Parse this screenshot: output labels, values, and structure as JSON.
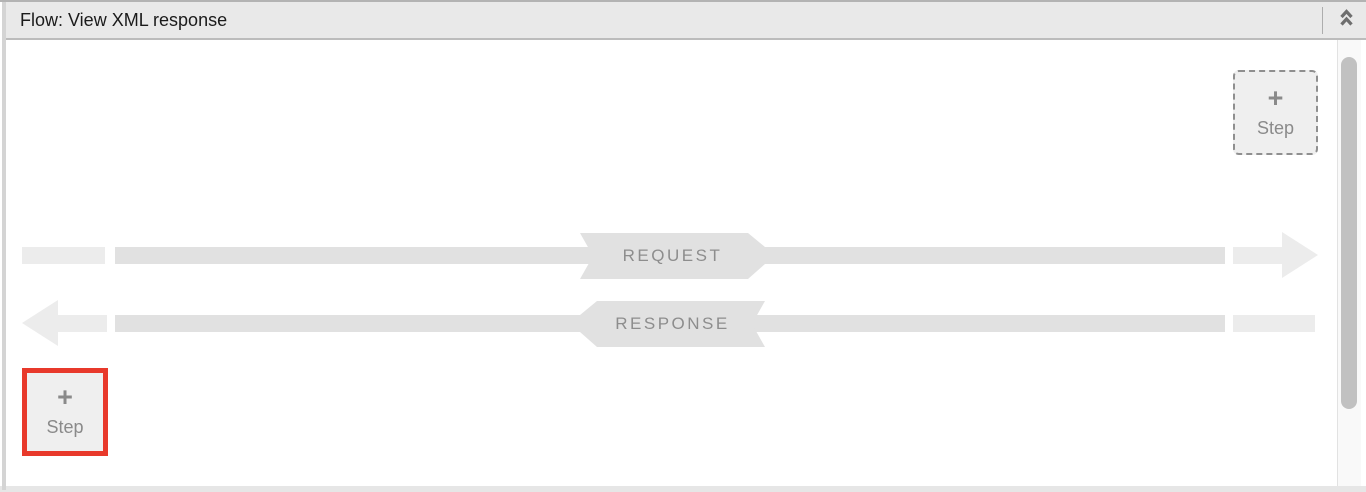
{
  "header": {
    "title": "Flow: View XML response",
    "collapse_icon": "double-chevron-up"
  },
  "flow": {
    "request_label": "REQUEST",
    "response_label": "RESPONSE",
    "add_step_top": {
      "plus": "+",
      "label": "Step"
    },
    "add_step_bottom": {
      "plus": "+",
      "label": "Step"
    }
  },
  "scrollbar": {
    "orientation": "vertical"
  },
  "colors": {
    "highlight_red": "#e8392b",
    "bar_gray": "#e1e1e1",
    "bar_light_gray": "#ececec",
    "banner_text_gray": "#8d8d8d",
    "header_bg": "#e9e9e9"
  }
}
